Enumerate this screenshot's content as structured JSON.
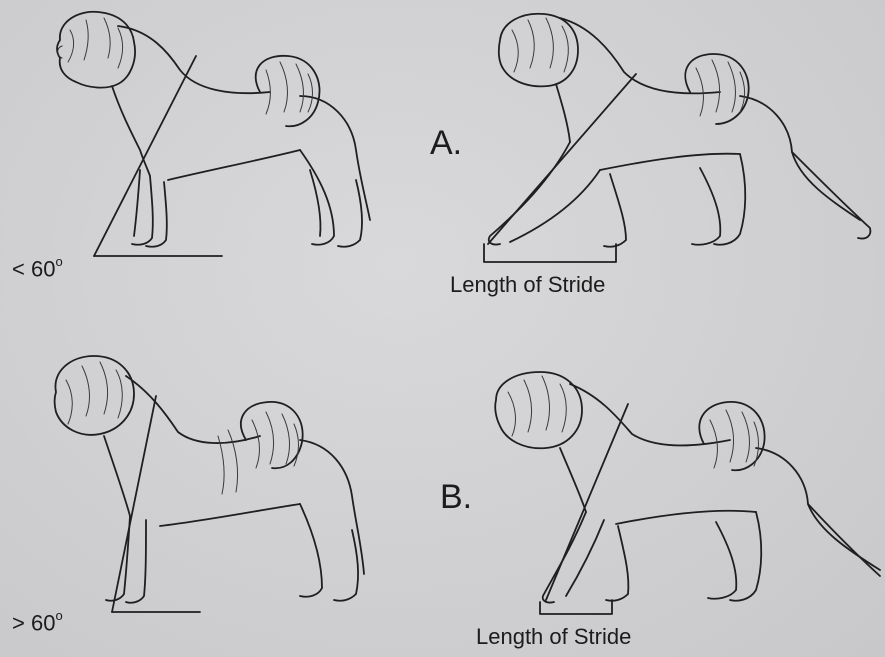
{
  "panels": [
    {
      "id": "A",
      "letter": "A.",
      "angle_label": "< 60",
      "degree_mark": "o",
      "stride_label": "Length of Stride"
    },
    {
      "id": "B",
      "letter": "B.",
      "angle_label": "> 60",
      "degree_mark": "o",
      "stride_label": "Length of Stride"
    }
  ],
  "colors": {
    "background": "#d2d2d4",
    "ink": "#1f1f1f"
  }
}
